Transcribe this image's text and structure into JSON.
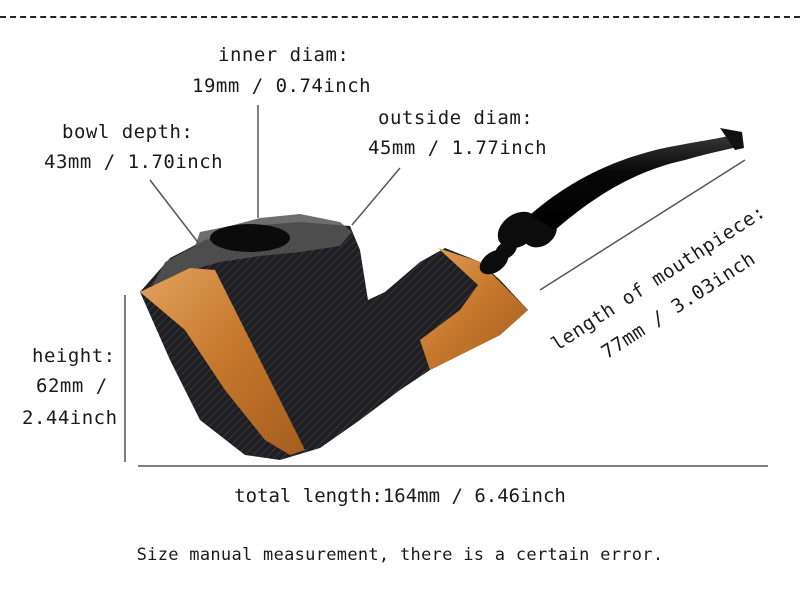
{
  "labels": {
    "inner_diam_title": "inner diam:",
    "inner_diam_value": "19mm / 0.74inch",
    "outside_diam_title": "outside diam:",
    "outside_diam_value": "45mm / 1.77inch",
    "bowl_depth_title": "bowl depth:",
    "bowl_depth_value": "43mm / 1.70inch",
    "height_title": "height:",
    "height_value_1": "62mm /",
    "height_value_2": "2.44inch",
    "mouthpiece_title": "length of mouthpiece:",
    "mouthpiece_value": "77mm / 3.03inch",
    "total_length": "total length:164mm / 6.46inch"
  },
  "note": "Size manual measurement, there is a certain error.",
  "colors": {
    "briar_dark": "#1c1c1e",
    "wood_accent": "#c97a2e",
    "stem": "#0d0d0d"
  }
}
